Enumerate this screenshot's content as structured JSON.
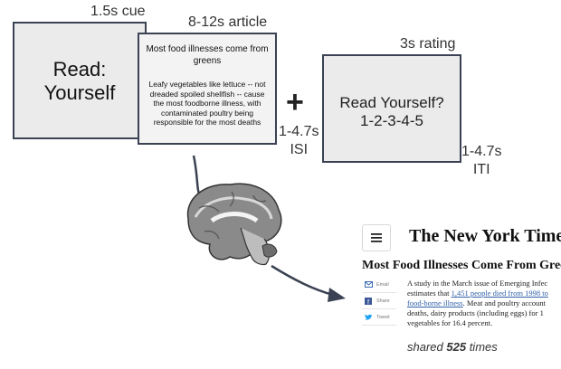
{
  "timeline": {
    "cue": {
      "timing": "1.5s cue",
      "text": "Read:\nYourself"
    },
    "article": {
      "timing": "8-12s article",
      "title": "Most food illnesses come from greens",
      "body": "Leafy vegetables like lettuce -- not dreaded spoiled shellfish -- cause the most foodborne illness, with contaminated poultry being responsible for the most deaths"
    },
    "plus_sign": "+",
    "isi": "1-4.7s\nISI",
    "rating": {
      "timing": "3s rating",
      "text": "Read Yourself?\n1-2-3-4-5"
    },
    "iti": "1-4.7s\nITI"
  },
  "nyt": {
    "logo": "The New York Times",
    "headline": "Most Food Illnesses Come From Greens",
    "share": [
      {
        "label": "Email",
        "icon": "email-icon"
      },
      {
        "label": "Share",
        "icon": "facebook-icon"
      },
      {
        "label": "Tweet",
        "icon": "twitter-icon"
      }
    ],
    "body": {
      "l1": "A study in the March issue of Emerging Infec",
      "l2a": "estimates that ",
      "l2link": "1,451 people died from 1998 to",
      "l3link": "food-borne illness",
      "l3b": ". Meat and poultry account",
      "l4": "deaths, dairy products (including eggs) for 1",
      "l5": "vegetables for 16.4 percent."
    },
    "shared_prefix": "shared ",
    "shared_count": "525",
    "shared_suffix": " times"
  },
  "colors": {
    "box_border": "#3a4253",
    "box_fill": "#ebebeb",
    "arrow": "#3a4253",
    "link": "#2f5fa7"
  }
}
